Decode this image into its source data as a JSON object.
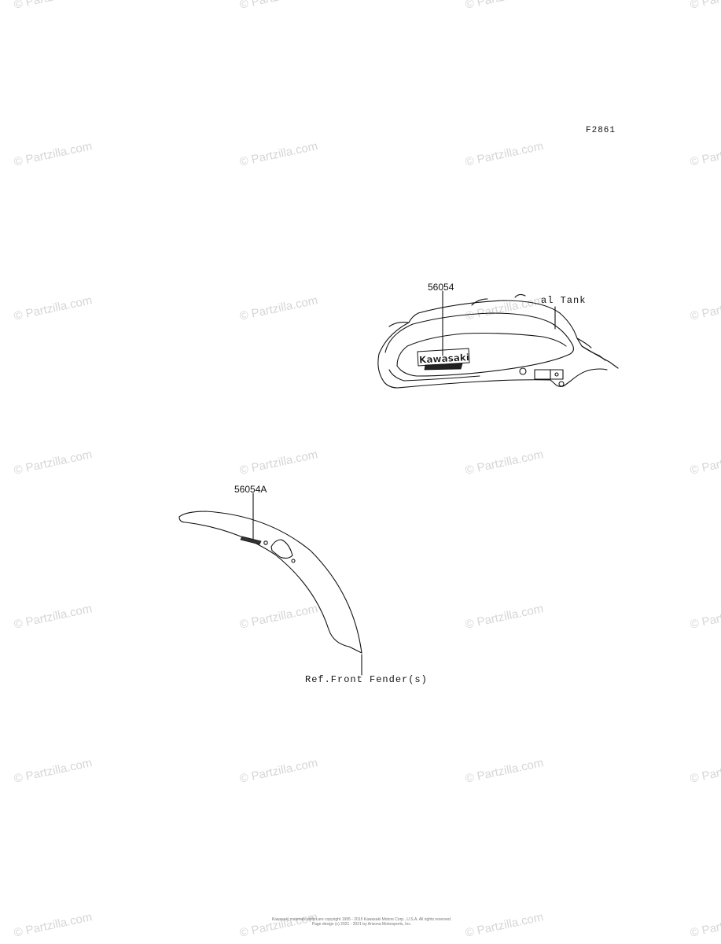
{
  "figure_code": "F2861",
  "watermark_text": "© Partzilla.com",
  "callouts": {
    "tank_part": "56054",
    "tank_ref": "al Tank",
    "fender_part": "56054A",
    "fender_ref": "Ref.Front Fender(s)"
  },
  "tank_logo": {
    "brand": "Kawasaki"
  },
  "footer": {
    "line1": "Kawasaki materials within are copyright 1995 - 2015 Kawasaki Motors Corp., U.S.A. All rights reserved.",
    "line2": "Page design (c) 2021 - 2021 by Arizona Motorsports, Inc."
  }
}
